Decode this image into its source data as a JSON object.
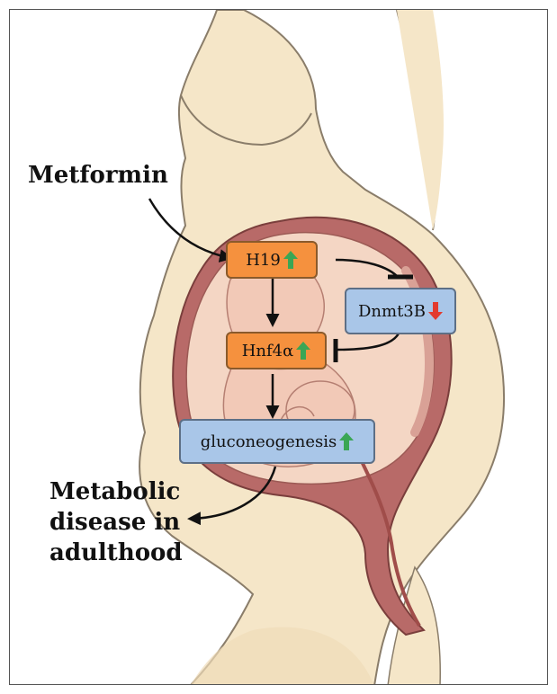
{
  "labels": {
    "metformin": "Metformin",
    "outcome_line1": "Metabolic",
    "outcome_line2": "disease in",
    "outcome_line3": "adulthood"
  },
  "nodes": {
    "h19": {
      "label": "H19",
      "trend": "up"
    },
    "dnmt3b": {
      "label": "Dnmt3B",
      "trend": "down"
    },
    "hnf4a": {
      "label": "Hnf4α",
      "trend": "up"
    },
    "gluconeogenesis": {
      "label": "gluconeogenesis",
      "trend": "up"
    }
  },
  "colors": {
    "gene_node": "#f5913e",
    "process_node": "#a9c6e8",
    "up_arrow": "#3aa655",
    "down_arrow": "#e23a2e",
    "skin": "#f5e6c8",
    "uterus": "#b86a68"
  }
}
